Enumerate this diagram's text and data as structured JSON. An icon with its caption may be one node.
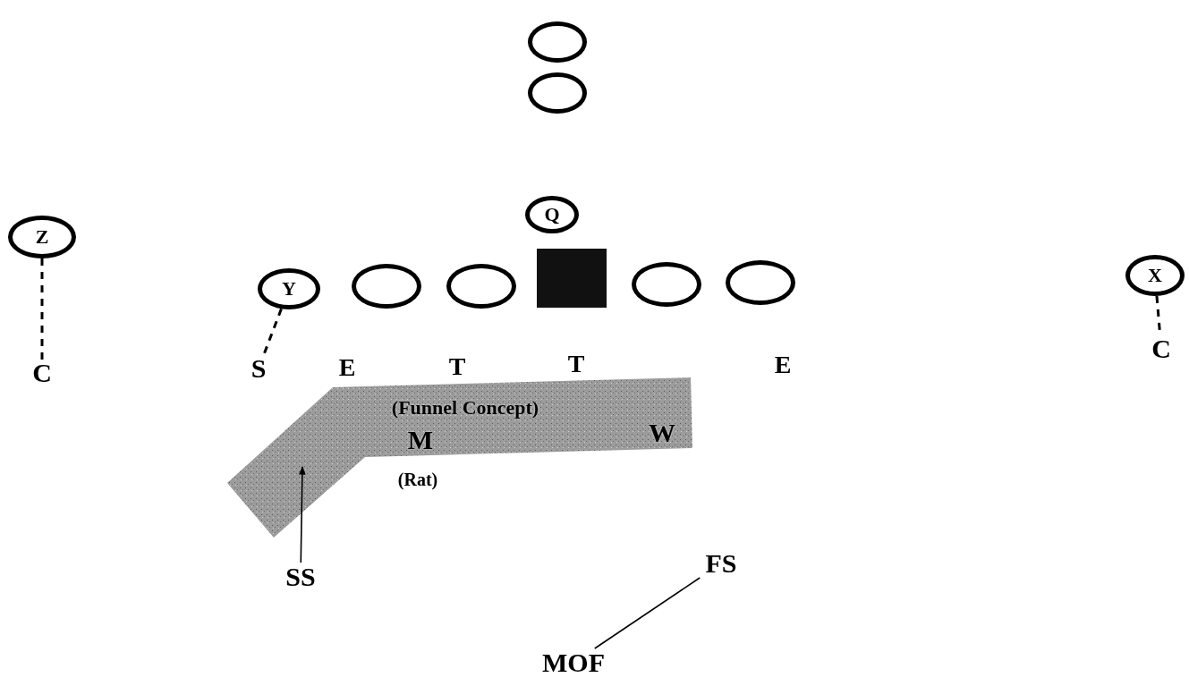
{
  "diagram": {
    "nodes": [
      {
        "text": [],
        "shape": "circle"
      },
      {
        "text": [],
        "shape": "circle"
      },
      {
        "text": [
          "Z"
        ]
      },
      {
        "text": [
          "Q"
        ]
      },
      {
        "text": [
          "X"
        ]
      },
      {
        "text": [
          "Y"
        ]
      },
      {
        "text": [],
        "shape": "circle"
      },
      {
        "text": [],
        "shape": "circle"
      },
      {
        "text": [],
        "shape": "box"
      },
      {
        "text": [],
        "shape": "circle"
      },
      {
        "text": [],
        "shape": "circle"
      },
      {
        "text": [
          "S"
        ]
      },
      {
        "text": [
          "C"
        ]
      },
      {
        "text": [
          "C"
        ]
      },
      {
        "text": [
          "(Funnel Concept)",
          "M",
          "W"
        ]
      },
      {
        "text": [
          "SS"
        ]
      },
      {
        "text": [
          "FS"
        ]
      },
      {
        "text": [
          "MOF"
        ]
      }
    ],
    "edges": [
      {
        "from": 5,
        "to": 11,
        "arrow": "none",
        "style": "dashed"
      },
      {
        "from": 2,
        "to": 12,
        "arrow": "none",
        "style": "dashed"
      },
      {
        "from": 4,
        "to": 13,
        "arrow": "none",
        "style": "dashed"
      },
      {
        "from": 15,
        "to": 14,
        "arrow": "to"
      },
      {
        "from": 16,
        "to": 17,
        "arrow": "none"
      }
    ],
    "labels": [
      "E",
      "T",
      "T",
      "E",
      "(Rat)"
    ]
  }
}
